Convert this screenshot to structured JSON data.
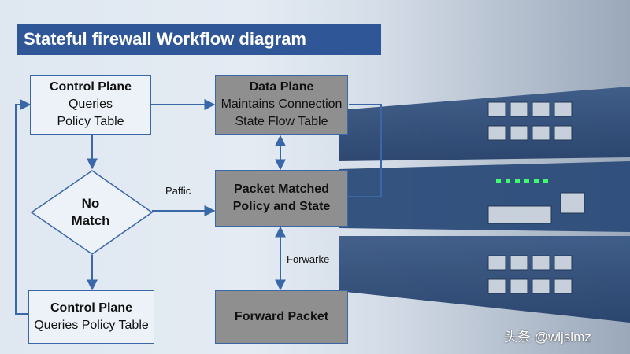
{
  "title": "Stateful firewall Workflow diagram",
  "nodes": {
    "control_top": {
      "line1": "Control Plane",
      "line2": "Queries",
      "line3": "Policy Table"
    },
    "data_plane": {
      "line1": "Data Plane",
      "line2": "Maintains Connection",
      "line3": "State Flow Table"
    },
    "decision": {
      "line1": "No",
      "line2": "Match"
    },
    "packet_matched": {
      "line1": "Packet Matched",
      "line2": "Policy and State"
    },
    "control_bottom": {
      "line1": "Control Plane",
      "line2": "Queries Policy Table"
    },
    "forward_packet": {
      "line1": "Forward Packet"
    }
  },
  "edge_labels": {
    "paffic": "Paffic",
    "forwarke": "Forwarke"
  },
  "watermark": "头条 @wljslmz",
  "colors": {
    "title_bg": "#2f5797",
    "border": "#3a67a8",
    "grey_box": "#8f8f8f",
    "light_box": "#edf2f8"
  }
}
